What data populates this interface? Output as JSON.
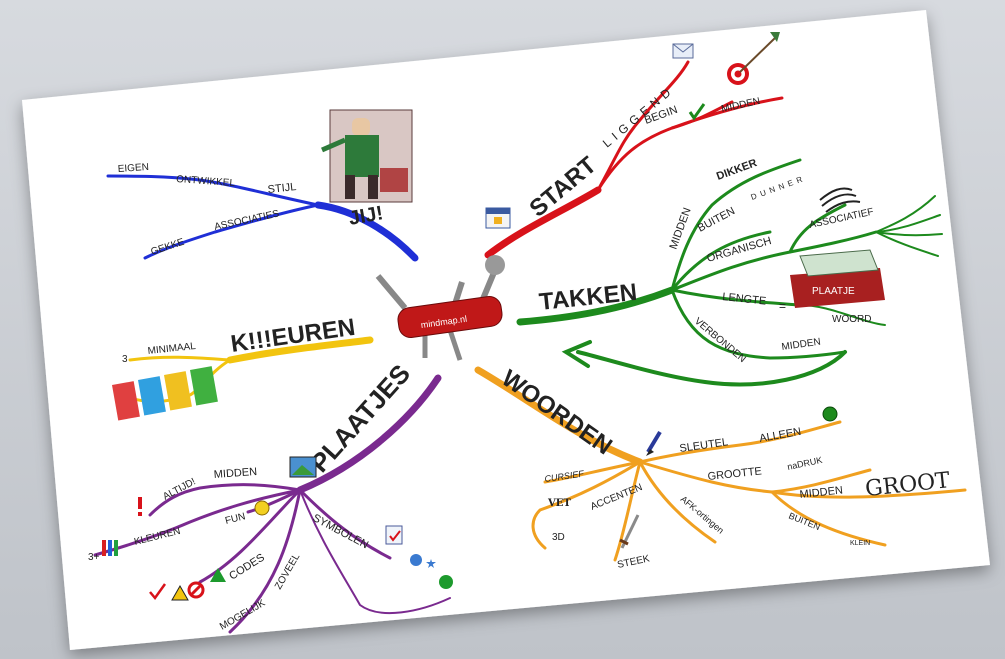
{
  "center": {
    "label": "mindmap.nl"
  },
  "colors": {
    "blue": "#1f2fd6",
    "red": "#d8121a",
    "green": "#1d8a1d",
    "orange": "#f0a020",
    "purple": "#7a2a8f",
    "yellow": "#f2c40f",
    "text": "#222222"
  },
  "branches": {
    "jij": {
      "title": "JIJ!",
      "items": [
        "EIGEN",
        "ONTWIKKEL",
        "STIJL",
        "GEKKE",
        "ASSOCIATIES"
      ]
    },
    "start": {
      "title": "START",
      "items": [
        "LIGGEND",
        "BEGIN",
        "MIDDEN"
      ]
    },
    "takken": {
      "title": "TAKKEN",
      "items": [
        "MIDDEN",
        "DIKKER",
        "BUITEN",
        "DUNNER",
        "ORGANISCH",
        "ASSOCIATIEF",
        "LENGTE",
        "=",
        "PLAATJE",
        "WOORD",
        "VERBONDEN",
        "MIDDEN"
      ]
    },
    "kleuren": {
      "title": "K!!!EUREN",
      "items": [
        "3",
        "MINIMAAL"
      ]
    },
    "plaatjes": {
      "title": "PLAATJES",
      "items": [
        "ALTIJD!",
        "MIDDEN",
        "3+",
        "KLEUREN",
        "FUN",
        "CODES",
        "SYMBOLEN",
        "ZOVEEL",
        "MOGELIJK"
      ]
    },
    "woorden": {
      "title": "WOORDEN",
      "items": [
        "SLEUTEL",
        "ALLEEN",
        "CURSIEF",
        "VET",
        "3D",
        "ACCENTEN",
        "GROOTTE",
        "naDRUK",
        "MIDDEN",
        "GROOT",
        "BUITEN",
        "KLEIN",
        "STEEK",
        "AFK-ortingen"
      ]
    }
  },
  "icons": [
    "businessman-icon",
    "calendar-icon",
    "envelope-icon",
    "target-icon",
    "checkmark-icon",
    "feathers-icon",
    "fork-branch-icon",
    "book-icon",
    "swiss-knife-icon",
    "rainbow-letters-icon",
    "crayons-icon",
    "exclamation-icon",
    "smiley-icon",
    "warning-icon",
    "stop-icon",
    "triangle-icon",
    "globe-icon",
    "pencil-icon",
    "dagger-icon",
    "picture-icon",
    "notepad-icon"
  ]
}
